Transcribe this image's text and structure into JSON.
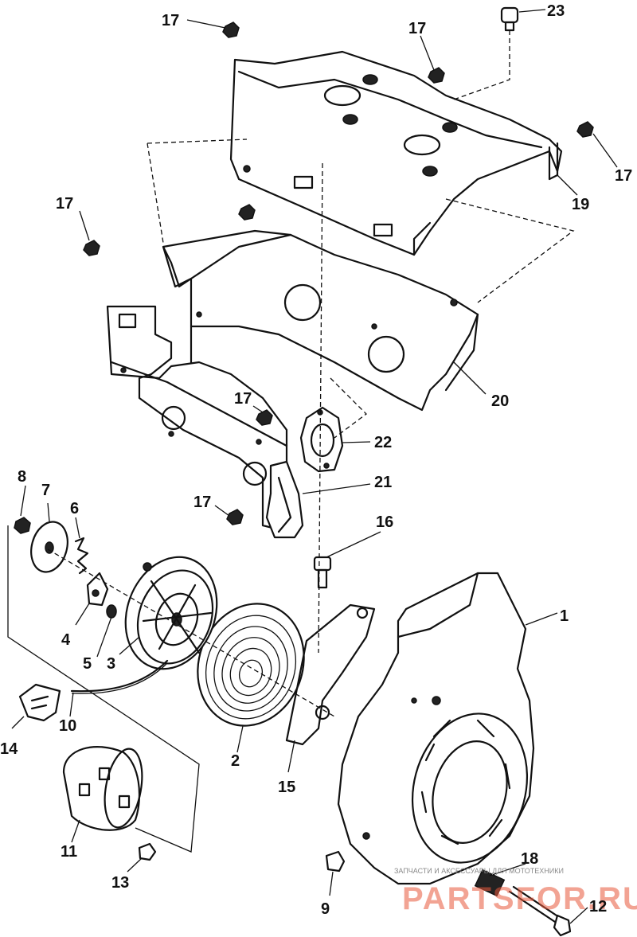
{
  "callouts": [
    {
      "id": "c17a",
      "text": "17"
    },
    {
      "id": "c23",
      "text": "23"
    },
    {
      "id": "c17b",
      "text": "17"
    },
    {
      "id": "c17c",
      "text": "17"
    },
    {
      "id": "c19",
      "text": "19"
    },
    {
      "id": "c17d",
      "text": "17"
    },
    {
      "id": "c20",
      "text": "20"
    },
    {
      "id": "c17e",
      "text": "17"
    },
    {
      "id": "c22",
      "text": "22"
    },
    {
      "id": "c21",
      "text": "21"
    },
    {
      "id": "c17f",
      "text": "17"
    },
    {
      "id": "c8",
      "text": "8"
    },
    {
      "id": "c7",
      "text": "7"
    },
    {
      "id": "c6",
      "text": "6"
    },
    {
      "id": "c16",
      "text": "16"
    },
    {
      "id": "c1",
      "text": "1"
    },
    {
      "id": "c4",
      "text": "4"
    },
    {
      "id": "c5",
      "text": "5"
    },
    {
      "id": "c3",
      "text": "3"
    },
    {
      "id": "c10",
      "text": "10"
    },
    {
      "id": "c14",
      "text": "14"
    },
    {
      "id": "c2",
      "text": "2"
    },
    {
      "id": "c15",
      "text": "15"
    },
    {
      "id": "c11",
      "text": "11"
    },
    {
      "id": "c13",
      "text": "13"
    },
    {
      "id": "c9",
      "text": "9"
    },
    {
      "id": "c18",
      "text": "18"
    },
    {
      "id": "c12",
      "text": "12"
    }
  ],
  "watermark": {
    "caption": "ЗАПЧАСТИ И АКСЕССУАРЫ ДЛЯ МОТОТЕХНИКИ",
    "brand": "PARTSFOR.RU"
  }
}
